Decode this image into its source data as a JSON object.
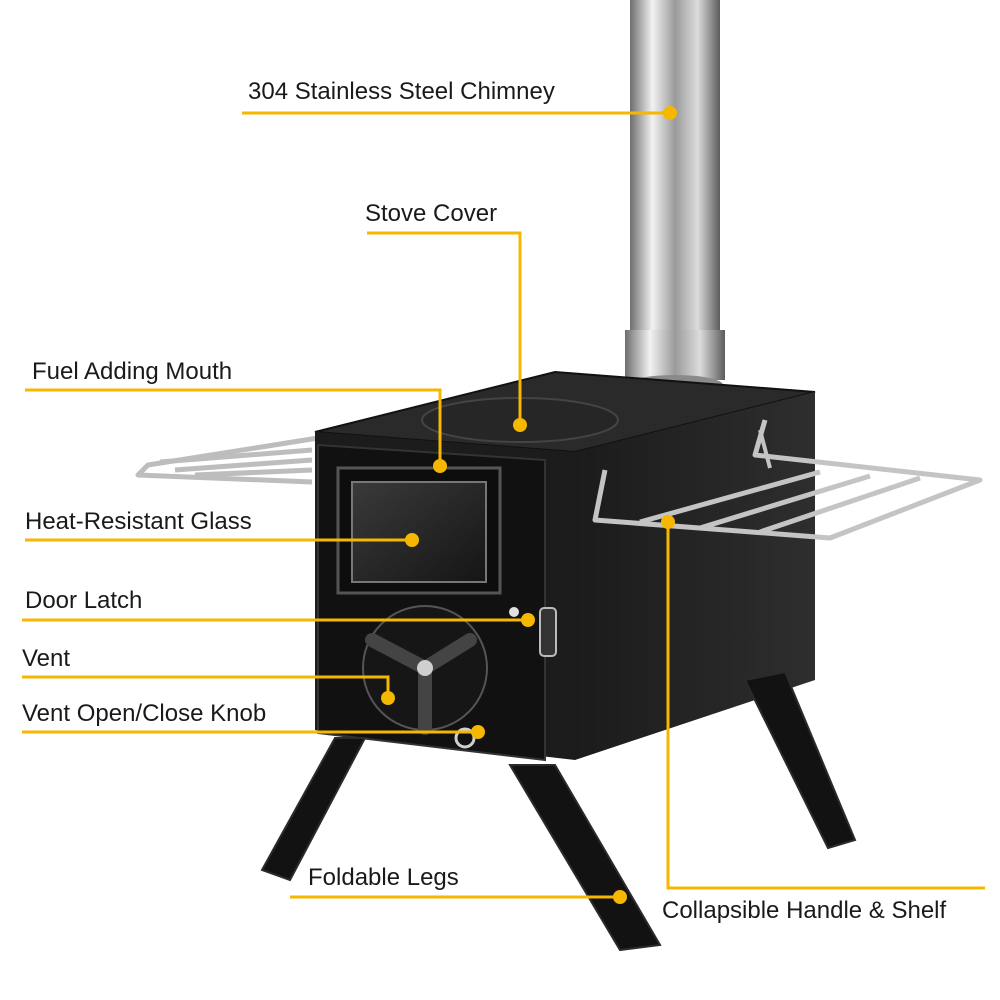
{
  "accent_color": "#F5B700",
  "callouts": [
    {
      "id": "chimney",
      "label": "304 Stainless Steel Chimney"
    },
    {
      "id": "stove-cover",
      "label": "Stove Cover"
    },
    {
      "id": "fuel-mouth",
      "label": "Fuel Adding Mouth"
    },
    {
      "id": "glass",
      "label": "Heat-Resistant Glass"
    },
    {
      "id": "door-latch",
      "label": "Door Latch"
    },
    {
      "id": "vent",
      "label": "Vent"
    },
    {
      "id": "vent-knob",
      "label": "Vent Open/Close Knob"
    },
    {
      "id": "legs",
      "label": "Foldable Legs"
    },
    {
      "id": "handle-shelf",
      "label": "Collapsible Handle & Shelf"
    }
  ]
}
